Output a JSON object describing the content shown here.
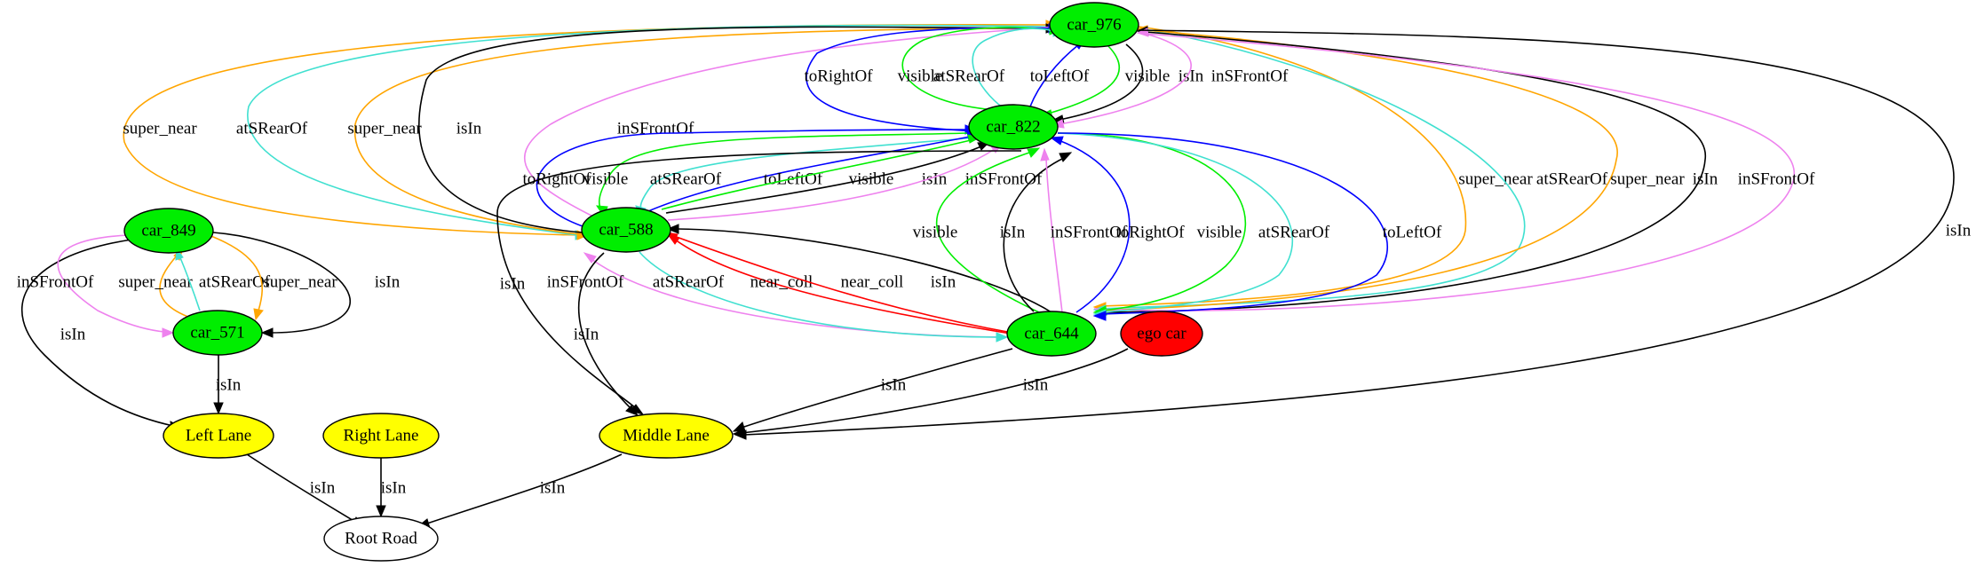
{
  "nodes": [
    {
      "id": "car_976",
      "label": "car_976",
      "fill": "#00ee00"
    },
    {
      "id": "car_822",
      "label": "car_822",
      "fill": "#00ee00"
    },
    {
      "id": "car_588",
      "label": "car_588",
      "fill": "#00ee00"
    },
    {
      "id": "car_849",
      "label": "car_849",
      "fill": "#00ee00"
    },
    {
      "id": "car_571",
      "label": "car_571",
      "fill": "#00ee00"
    },
    {
      "id": "car_644",
      "label": "car_644",
      "fill": "#00ee00"
    },
    {
      "id": "ego_car",
      "label": "ego car",
      "fill": "#ff0000"
    },
    {
      "id": "left_lane",
      "label": "Left Lane",
      "fill": "#ffff00"
    },
    {
      "id": "right_lane",
      "label": "Right Lane",
      "fill": "#ffff00"
    },
    {
      "id": "middle_lane",
      "label": "Middle Lane",
      "fill": "#ffff00"
    },
    {
      "id": "root_road",
      "label": "Root Road",
      "fill": "#ffffff"
    }
  ],
  "edges": [
    {
      "from": "car_588",
      "to": "car_976",
      "label": "super_near",
      "color": "#ffa500"
    },
    {
      "from": "car_976",
      "to": "car_588",
      "label": "atSRearOf",
      "color": "#40e0d0"
    },
    {
      "from": "car_976",
      "to": "car_588",
      "label": "super_near",
      "color": "#ffa500"
    },
    {
      "from": "car_588",
      "to": "car_976",
      "label": "isIn",
      "color": "#000000"
    },
    {
      "from": "car_588",
      "to": "car_976",
      "label": "inSFrontOf",
      "color": "#ee82ee"
    },
    {
      "from": "car_822",
      "to": "car_976",
      "label": "toRightOf",
      "color": "#0000ff"
    },
    {
      "from": "car_822",
      "to": "car_976",
      "label": "visible",
      "color": "#00ee00"
    },
    {
      "from": "car_822",
      "to": "car_976",
      "label": "atSRearOf",
      "color": "#40e0d0"
    },
    {
      "from": "car_822",
      "to": "car_976",
      "label": "toLeftOf",
      "color": "#0000ff"
    },
    {
      "from": "car_976",
      "to": "car_822",
      "label": "visible",
      "color": "#00ee00"
    },
    {
      "from": "car_976",
      "to": "car_822",
      "label": "isIn",
      "color": "#000000"
    },
    {
      "from": "car_976",
      "to": "car_822",
      "label": "inSFrontOf",
      "color": "#ee82ee"
    },
    {
      "from": "car_588",
      "to": "car_822",
      "label": "toRightOf",
      "color": "#0000ff"
    },
    {
      "from": "car_822",
      "to": "car_588",
      "label": "visible",
      "color": "#00ee00"
    },
    {
      "from": "car_822",
      "to": "car_588",
      "label": "atSRearOf",
      "color": "#40e0d0"
    },
    {
      "from": "car_588",
      "to": "car_822",
      "label": "toLeftOf",
      "color": "#0000ff"
    },
    {
      "from": "car_588",
      "to": "car_822",
      "label": "visible",
      "color": "#00ee00"
    },
    {
      "from": "car_588",
      "to": "car_822",
      "label": "isIn",
      "color": "#000000"
    },
    {
      "from": "car_588",
      "to": "car_822",
      "label": "inSFrontOf",
      "color": "#ee82ee"
    },
    {
      "from": "car_976",
      "to": "car_644",
      "label": "super_near",
      "color": "#ffa500"
    },
    {
      "from": "car_976",
      "to": "car_644",
      "label": "atSRearOf",
      "color": "#40e0d0"
    },
    {
      "from": "car_644",
      "to": "car_976",
      "label": "super_near",
      "color": "#ffa500"
    },
    {
      "from": "car_644",
      "to": "car_976",
      "label": "isIn",
      "color": "#000000"
    },
    {
      "from": "car_644",
      "to": "car_976",
      "label": "inSFrontOf",
      "color": "#ee82ee"
    },
    {
      "from": "car_976",
      "to": "middle_lane",
      "label": "isIn",
      "color": "#000000"
    },
    {
      "from": "car_849",
      "to": "left_lane",
      "label": "isIn",
      "color": "#000000"
    },
    {
      "from": "car_849",
      "to": "car_571",
      "label": "inSFrontOf",
      "color": "#ee82ee"
    },
    {
      "from": "car_571",
      "to": "car_849",
      "label": "super_near",
      "color": "#ffa500"
    },
    {
      "from": "car_571",
      "to": "car_849",
      "label": "atSRearOf",
      "color": "#40e0d0"
    },
    {
      "from": "car_849",
      "to": "car_571",
      "label": "super_near",
      "color": "#ffa500"
    },
    {
      "from": "car_849",
      "to": "car_571",
      "label": "isIn",
      "color": "#000000"
    },
    {
      "from": "car_571",
      "to": "left_lane",
      "label": "isIn",
      "color": "#000000"
    },
    {
      "from": "car_822",
      "to": "middle_lane",
      "label": "isIn",
      "color": "#000000"
    },
    {
      "from": "car_644",
      "to": "car_588",
      "label": "inSFrontOf",
      "color": "#ee82ee"
    },
    {
      "from": "car_588",
      "to": "middle_lane",
      "label": "isIn",
      "color": "#000000"
    },
    {
      "from": "car_588",
      "to": "car_644",
      "label": "atSRearOf",
      "color": "#40e0d0"
    },
    {
      "from": "car_644",
      "to": "car_588",
      "label": "near_coll",
      "color": "#ff0000"
    },
    {
      "from": "car_644",
      "to": "car_588",
      "label": "near_coll",
      "color": "#ff0000"
    },
    {
      "from": "car_644",
      "to": "car_588",
      "label": "isIn",
      "color": "#000000"
    },
    {
      "from": "car_644",
      "to": "car_822",
      "label": "visible",
      "color": "#00ee00"
    },
    {
      "from": "car_644",
      "to": "car_822",
      "label": "isIn",
      "color": "#000000"
    },
    {
      "from": "car_644",
      "to": "car_822",
      "label": "inSFrontOf",
      "color": "#ee82ee"
    },
    {
      "from": "car_644",
      "to": "car_822",
      "label": "toRightOf",
      "color": "#0000ff"
    },
    {
      "from": "car_822",
      "to": "car_644",
      "label": "visible",
      "color": "#00ee00"
    },
    {
      "from": "car_822",
      "to": "car_644",
      "label": "atSRearOf",
      "color": "#40e0d0"
    },
    {
      "from": "car_822",
      "to": "car_644",
      "label": "toLeftOf",
      "color": "#0000ff"
    },
    {
      "from": "car_644",
      "to": "middle_lane",
      "label": "isIn",
      "color": "#000000"
    },
    {
      "from": "ego_car",
      "to": "middle_lane",
      "label": "isIn",
      "color": "#000000"
    },
    {
      "from": "left_lane",
      "to": "root_road",
      "label": "isIn",
      "color": "#000000"
    },
    {
      "from": "right_lane",
      "to": "root_road",
      "label": "isIn",
      "color": "#000000"
    },
    {
      "from": "middle_lane",
      "to": "root_road",
      "label": "isIn",
      "color": "#000000"
    }
  ]
}
